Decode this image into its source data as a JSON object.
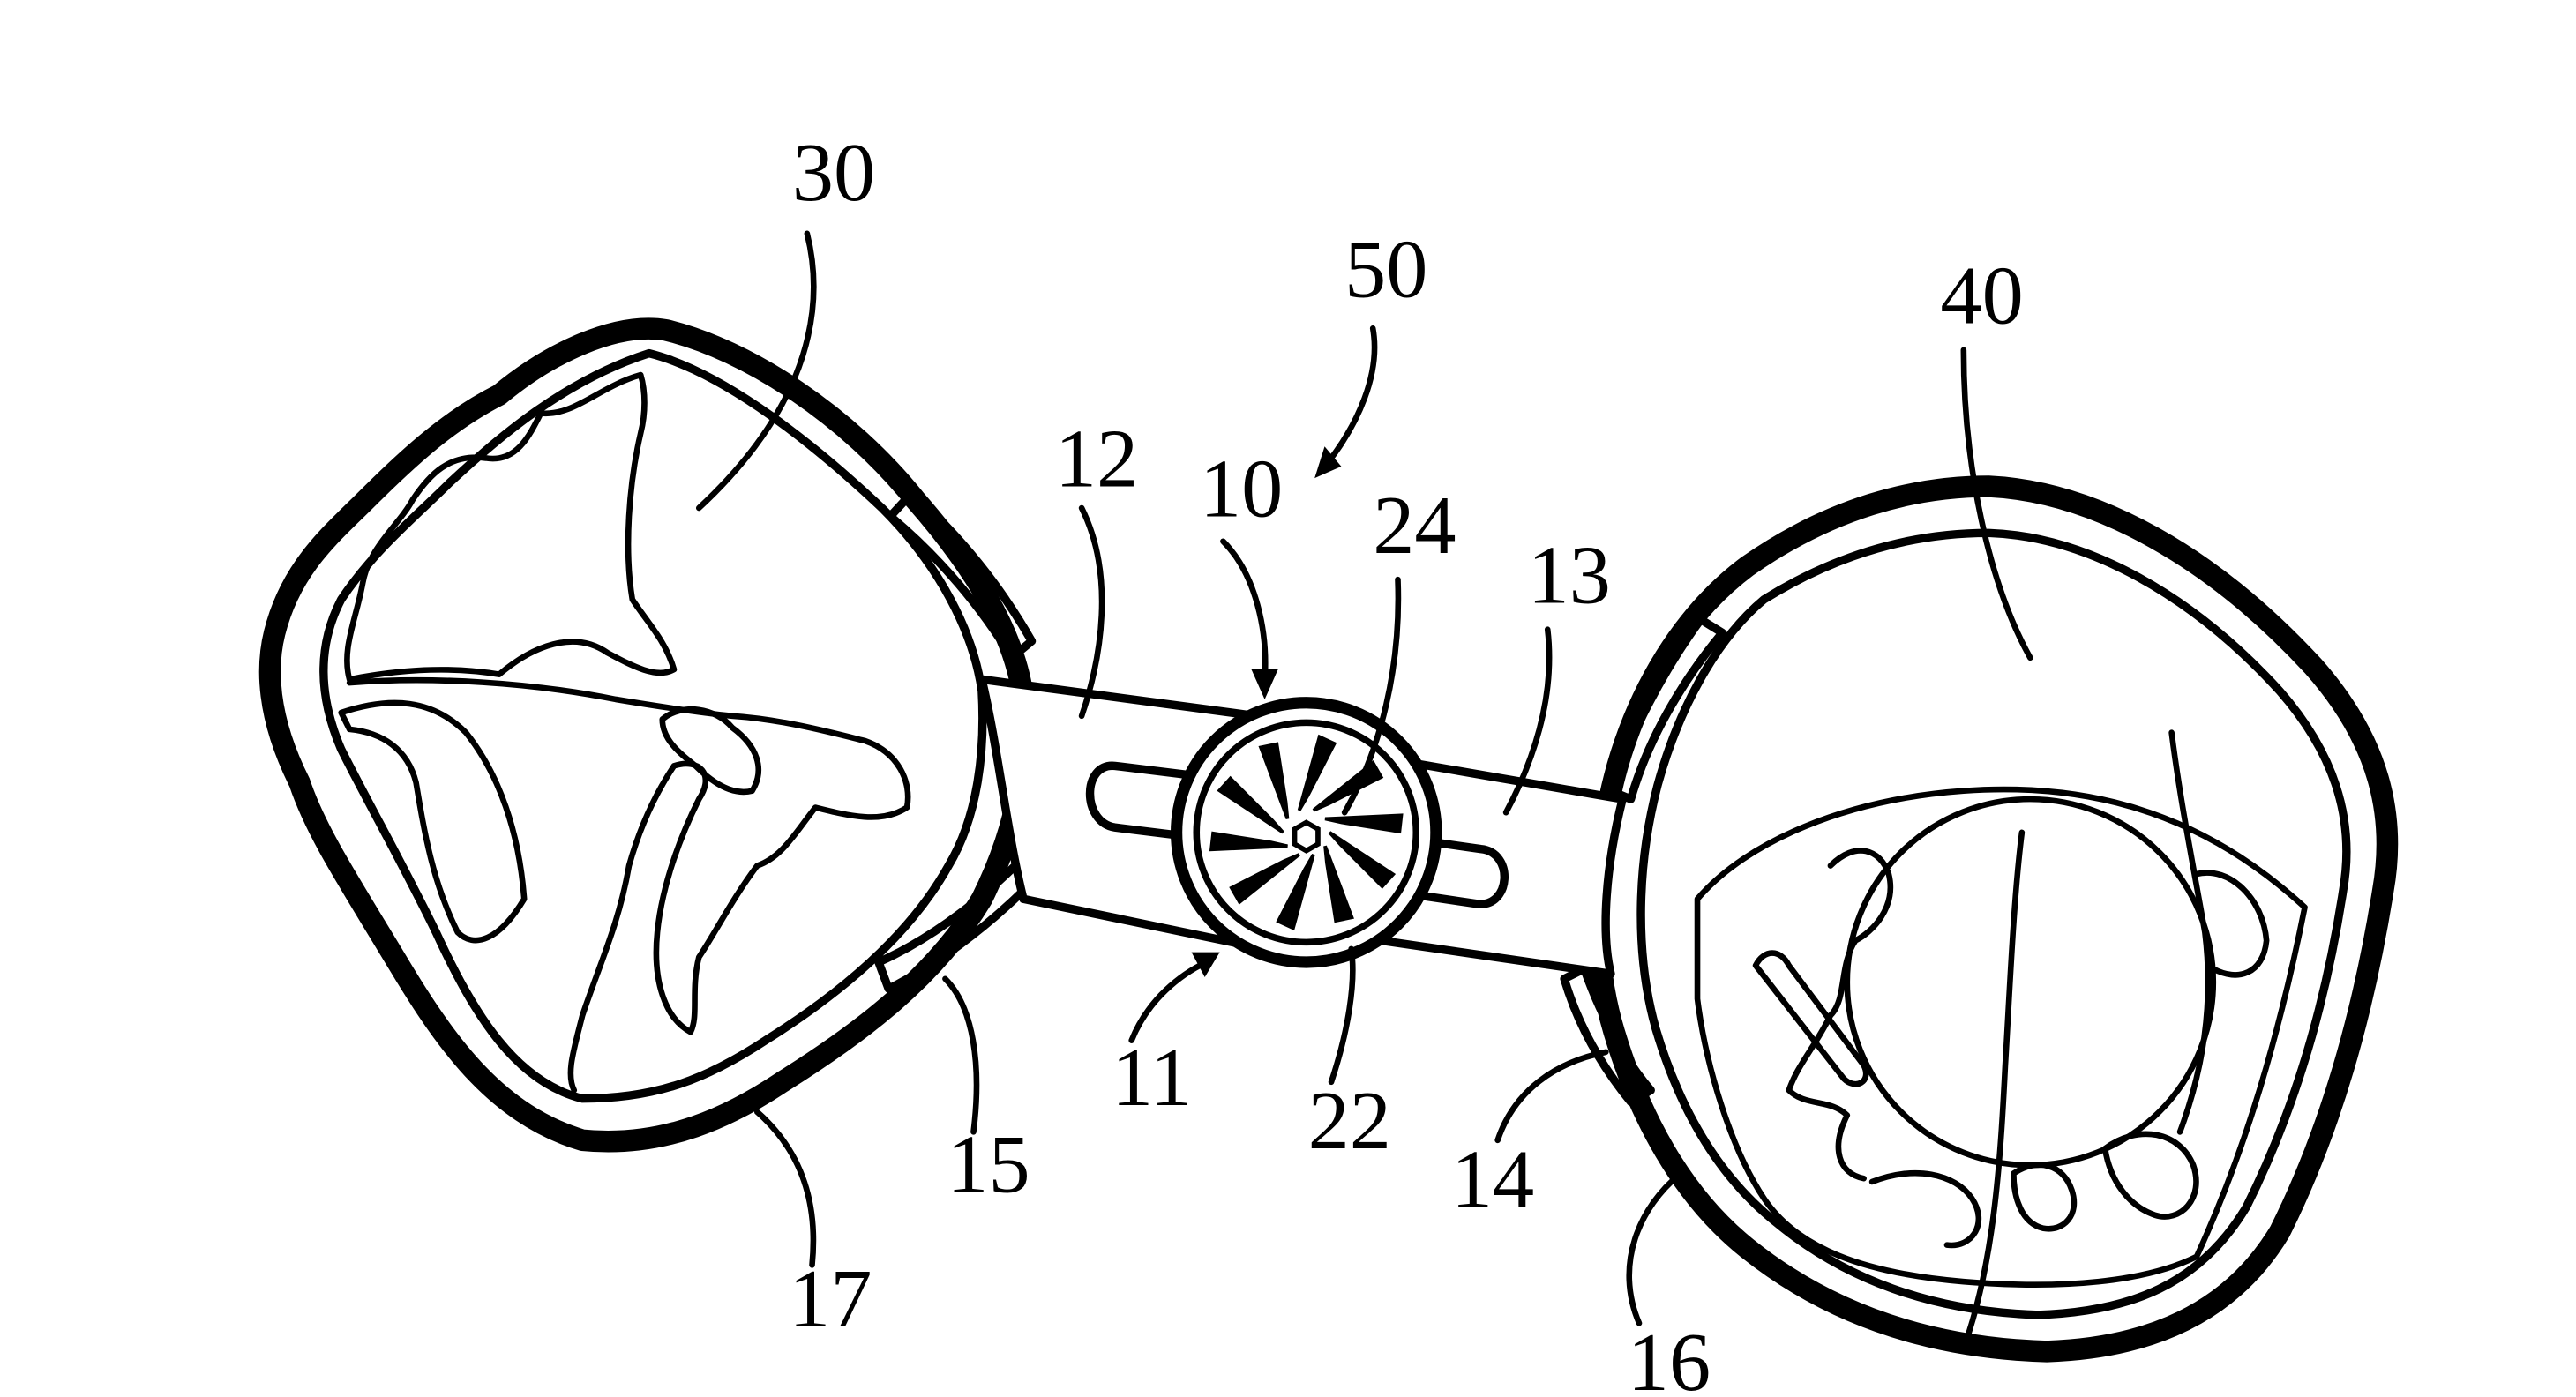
{
  "figure": {
    "labels": {
      "ref_10": "10",
      "ref_11": "11",
      "ref_12": "12",
      "ref_13": "13",
      "ref_14": "14",
      "ref_15": "15",
      "ref_16": "16",
      "ref_17": "17",
      "ref_22": "22",
      "ref_24": "24",
      "ref_30": "30",
      "ref_40": "40",
      "ref_50": "50"
    }
  }
}
